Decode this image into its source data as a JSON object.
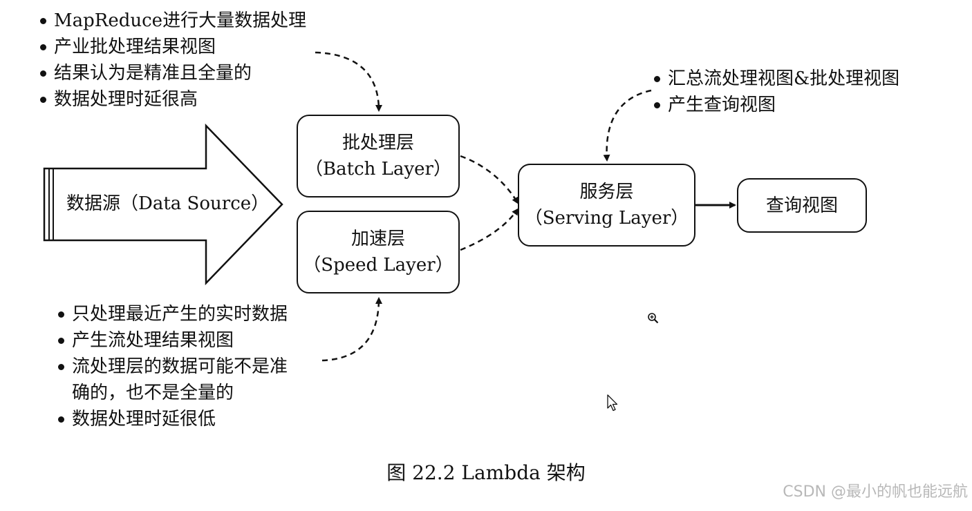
{
  "batch_notes": [
    "MapReduce进行大量数据处理",
    "产业批处理结果视图",
    "结果认为是精准且全量的",
    "数据处理时延很高"
  ],
  "serving_notes": [
    "汇总流处理视图&批处理视图",
    "产生查询视图"
  ],
  "speed_notes": [
    "只处理最近产生的实时数据",
    "产生流处理结果视图",
    [
      "流处理层的数据可能不是准",
      "确的，也不是全量的"
    ],
    "数据处理时延很低"
  ],
  "data_source": {
    "label": "数据源（Data Source）"
  },
  "batch_layer": {
    "name": "批处理层",
    "english": "（Batch Layer）"
  },
  "speed_layer": {
    "name": "加速层",
    "english": "（Speed Layer）"
  },
  "serving_layer": {
    "name": "服务层",
    "english": "（Serving Layer）"
  },
  "query_view": {
    "label": "查询视图"
  },
  "caption": "图 22.2    Lambda 架构",
  "watermark": "CSDN @最小的帆也能远航",
  "icons": {
    "zoom": "zoom-in-icon",
    "cursor": "mouse-pointer-icon"
  },
  "colors": {
    "ink": "#111111",
    "background": "#ffffff",
    "watermark": "#b8b8b8"
  }
}
